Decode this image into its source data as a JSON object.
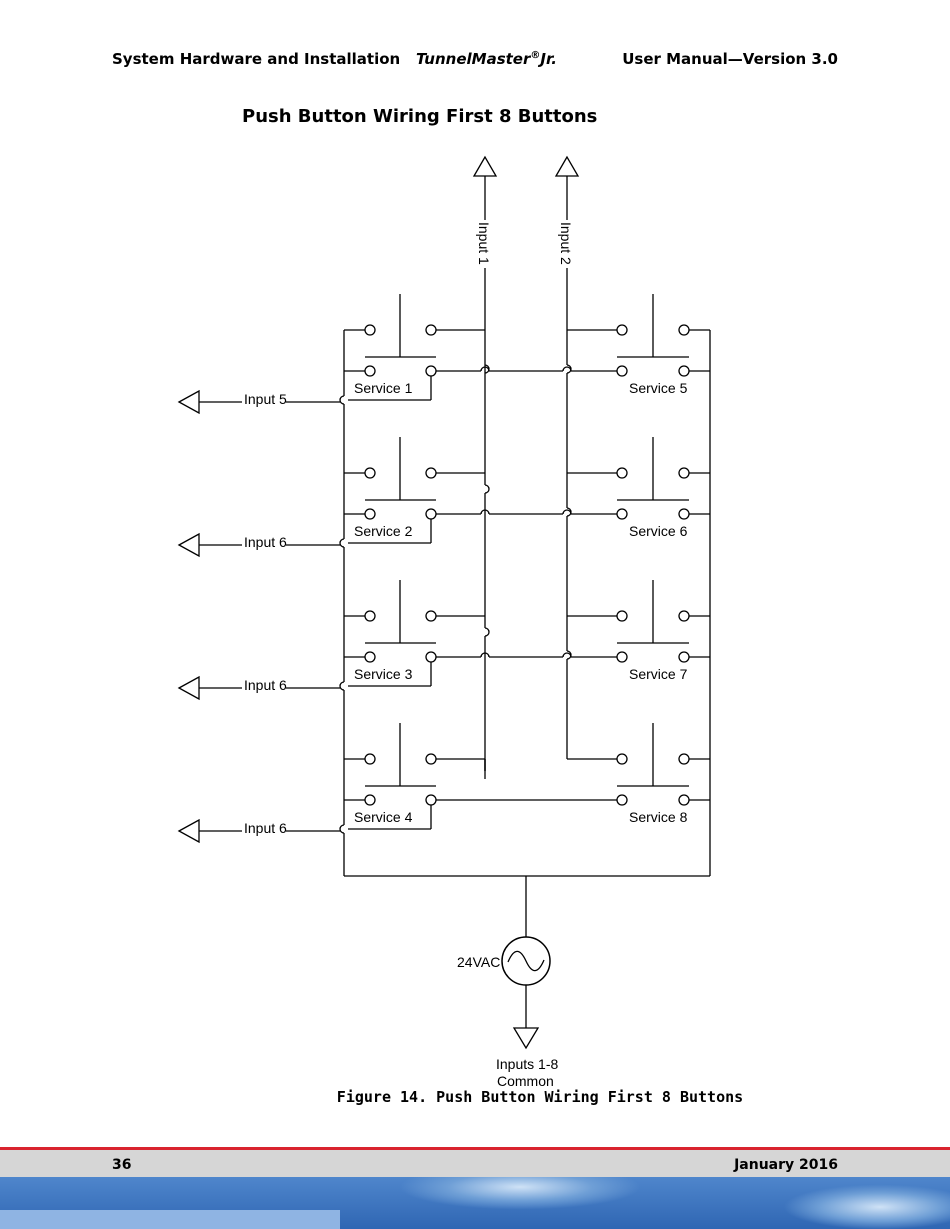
{
  "header": {
    "left": "System Hardware and Installation",
    "center_brand": "TunnelMaster",
    "center_mark": "®",
    "center_suffix": "Jr.",
    "right": "User Manual—Version 3.0"
  },
  "section_title": "Push Button Wiring First 8 Buttons",
  "diagram": {
    "input_arrows_top": [
      "Input 1",
      "Input 2"
    ],
    "left_inputs": [
      "Input 5",
      "Input 6",
      "Input 6",
      "Input 6"
    ],
    "services_left": [
      "Service 1",
      "Service 2",
      "Service 3",
      "Service 4"
    ],
    "services_right": [
      "Service 5",
      "Service 6",
      "Service 7",
      "Service 8"
    ],
    "source_label": "24VAC",
    "common_label_line1": "Inputs 1-8",
    "common_label_line2": "Common"
  },
  "caption": "Figure 14. Push Button Wiring First 8 Buttons",
  "footer": {
    "page_number": "36",
    "date": "January 2016"
  }
}
